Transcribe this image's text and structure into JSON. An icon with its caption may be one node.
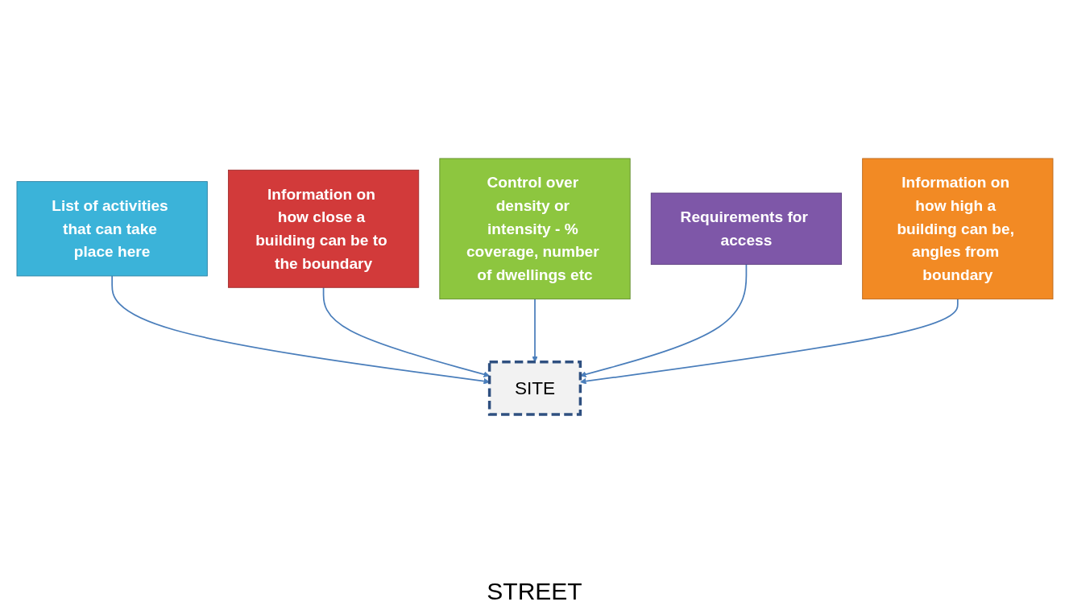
{
  "diagram": {
    "nodes": [
      {
        "text": [
          "List of activities that can take place here"
        ]
      },
      {
        "text": [
          "SITE"
        ]
      },
      {
        "text": [
          "Information on how close a building can be to the boundary"
        ]
      },
      {
        "text": [
          "Control over density or intensity - % coverage, number of dwellings etc"
        ]
      },
      {
        "text": [
          "Requirements for access"
        ]
      },
      {
        "text": [
          "Information on how high a building can be, angles from boundary"
        ]
      }
    ],
    "edges": [
      {
        "from": 0,
        "to": 1,
        "arrow": "to"
      },
      {
        "from": 2,
        "to": 1,
        "arrow": "to"
      },
      {
        "from": 3,
        "to": 1,
        "arrow": "to"
      },
      {
        "from": 4,
        "to": 1,
        "arrow": "to"
      },
      {
        "from": 5,
        "to": 1,
        "arrow": "to"
      }
    ],
    "labels": [
      "STREET"
    ]
  }
}
